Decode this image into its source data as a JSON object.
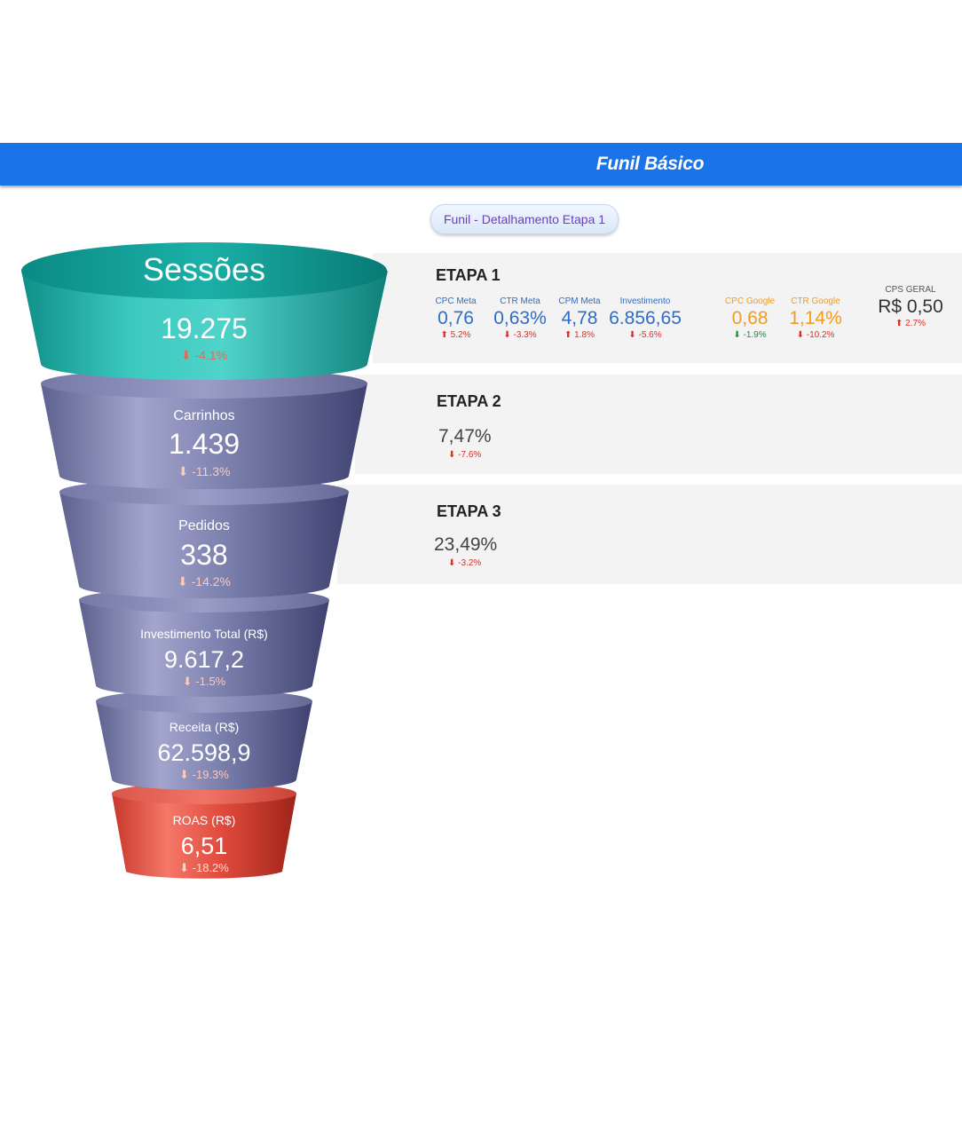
{
  "header": {
    "title": "Funil Básico"
  },
  "detail_button": {
    "label": "Funil - Detalhamento Etapa 1"
  },
  "funnel": [
    {
      "label": "Sessões",
      "value": "19.275",
      "delta": "⬇ -4.1%"
    },
    {
      "label": "Carrinhos",
      "value": "1.439",
      "delta": "⬇ -11.3%"
    },
    {
      "label": "Pedidos",
      "value": "338",
      "delta": "⬇ -14.2%"
    },
    {
      "label": "Investimento Total (R$)",
      "value": "9.617,2",
      "delta": "⬇ -1.5%"
    },
    {
      "label": "Receita (R$)",
      "value": "62.598,9",
      "delta": "⬇ -19.3%"
    },
    {
      "label": "ROAS (R$)",
      "value": "6,51",
      "delta": "⬇ -18.2%"
    }
  ],
  "etapa1": {
    "title": "ETAPA 1",
    "metrics": [
      {
        "label": "CPC Meta",
        "value": "0,76",
        "delta": "⬆ 5.2%",
        "trend": "bad"
      },
      {
        "label": "CTR Meta",
        "value": "0,63%",
        "delta": "⬇ -3.3%",
        "trend": "bad"
      },
      {
        "label": "CPM Meta",
        "value": "4,78",
        "delta": "⬆ 1.8%",
        "trend": "bad"
      },
      {
        "label": "Investimento",
        "value": "6.856,65",
        "delta": "⬇ -5.6%",
        "trend": "bad"
      },
      {
        "label": "CPC Google",
        "value": "0,68",
        "delta": "⬇ -1.9%",
        "trend": "good"
      },
      {
        "label": "CTR Google",
        "value": "1,14%",
        "delta": "⬇ -10.2%",
        "trend": "bad"
      },
      {
        "label": "CPS GERAL",
        "value": "R$ 0,50",
        "delta": "⬆ 2.7%",
        "trend": "bad"
      }
    ]
  },
  "etapa2": {
    "title": "ETAPA 2",
    "value": "7,47%",
    "delta": "⬇ -7.6%"
  },
  "etapa3": {
    "title": "ETAPA 3",
    "value": "23,49%",
    "delta": "⬇ -3.2%"
  },
  "colors": {
    "header": "#1a73e8",
    "teal": "#1fb5ac",
    "purple": "#6c6f9f",
    "red": "#e0483b",
    "metric_blue": "#2f6cc6",
    "metric_orange": "#f29b1e",
    "negative": "#d93025",
    "positive": "#1e8e3e"
  }
}
